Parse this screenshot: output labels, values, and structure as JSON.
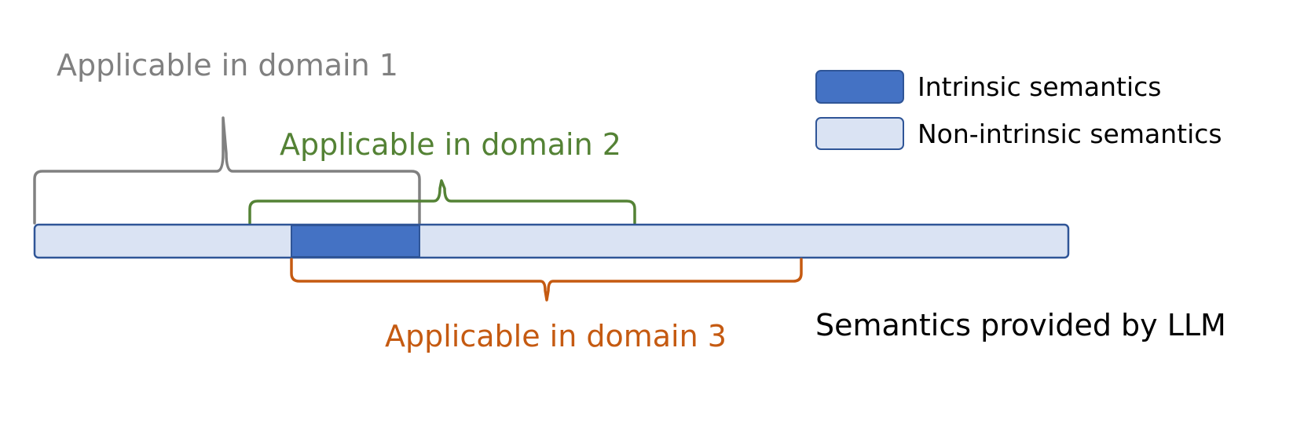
{
  "diagram": {
    "domain1_label": "Applicable in domain 1",
    "domain2_label": "Applicable in domain 2",
    "domain3_label": "Applicable in domain 3",
    "bar_caption": "Semantics provided by LLM",
    "legend": {
      "intrinsic_label": "Intrinsic semantics",
      "non_intrinsic_label": "Non-intrinsic semantics"
    },
    "colors": {
      "domain1": "#808080",
      "domain2": "#548235",
      "domain3": "#C55A11",
      "intrinsic_fill": "#4472C4",
      "non_intrinsic_fill": "#DAE3F3",
      "outline": "#2F5597",
      "text": "#000000"
    }
  }
}
